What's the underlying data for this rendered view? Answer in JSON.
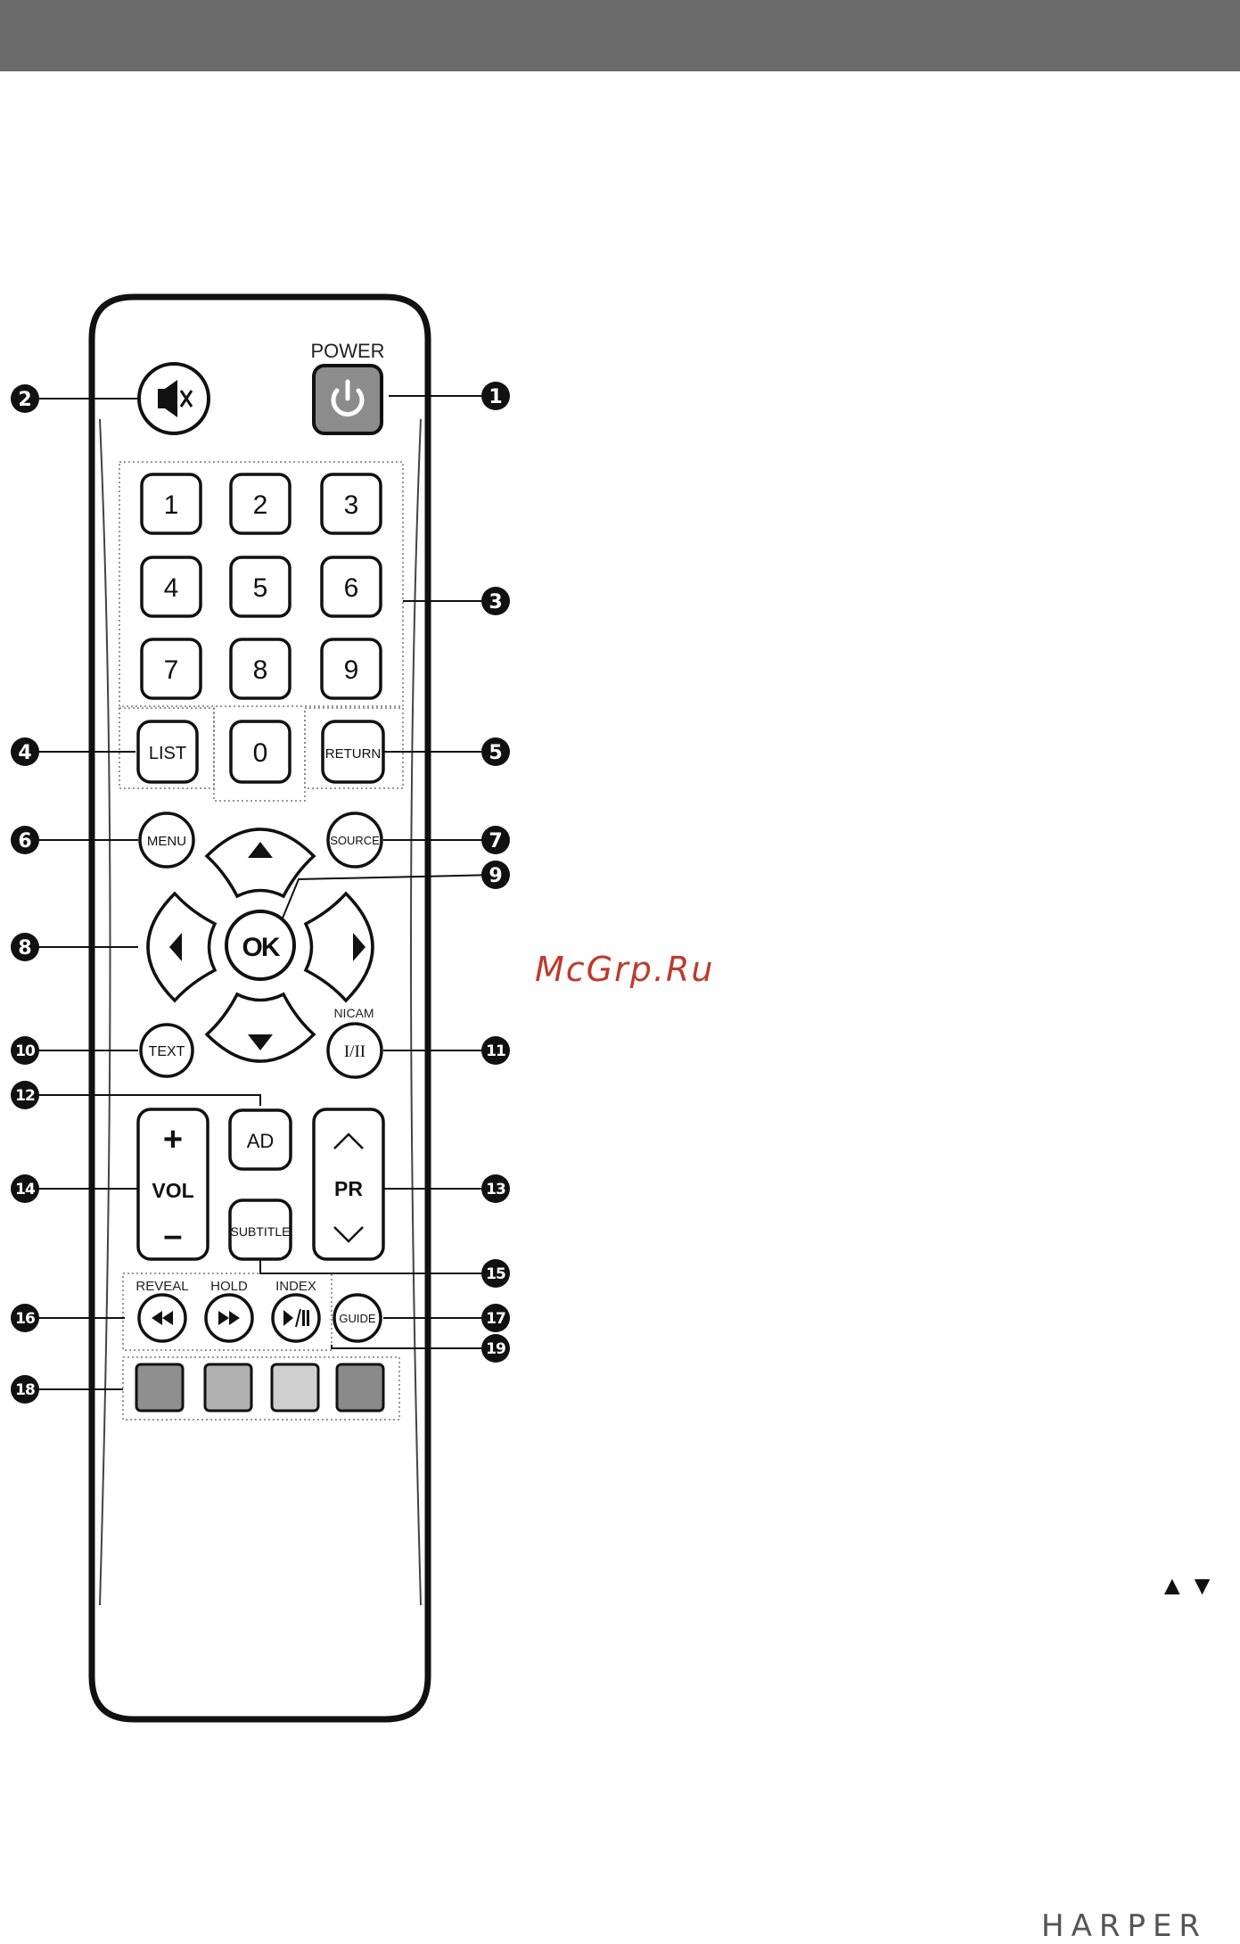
{
  "header_bar_color": "#6b6b6b",
  "remote": {
    "power_caption": "POWER",
    "buttons": {
      "digits": [
        "1",
        "2",
        "3",
        "4",
        "5",
        "6",
        "7",
        "8",
        "9"
      ],
      "zero": "0",
      "list": "LIST",
      "return": "RETURN",
      "menu": "MENU",
      "source": "SOURCE",
      "ok": "OK",
      "text": "TEXT",
      "nicam_caption": "NICAM",
      "i_ii": "I/II",
      "ad": "AD",
      "vol_plus": "+",
      "vol": "VOL",
      "vol_minus": "–",
      "pr": "PR",
      "subtitle": "SUBTITLE",
      "reveal_caption": "REVEAL",
      "hold_caption": "HOLD",
      "index_caption": "INDEX",
      "guide": "GUIDE"
    },
    "color_keys": [
      "#8f8f8f",
      "#b0b0b0",
      "#cfcfcf",
      "#8a8a8a"
    ],
    "power_button_color": "#8c8c8c"
  },
  "callouts": [
    "1",
    "2",
    "3",
    "4",
    "5",
    "6",
    "7",
    "8",
    "9",
    "10",
    "11",
    "12",
    "13",
    "14",
    "15",
    "16",
    "17",
    "18",
    "19"
  ],
  "watermark": "McGrp.Ru",
  "nav_arrows": "▲▼",
  "brand": "HARPER"
}
